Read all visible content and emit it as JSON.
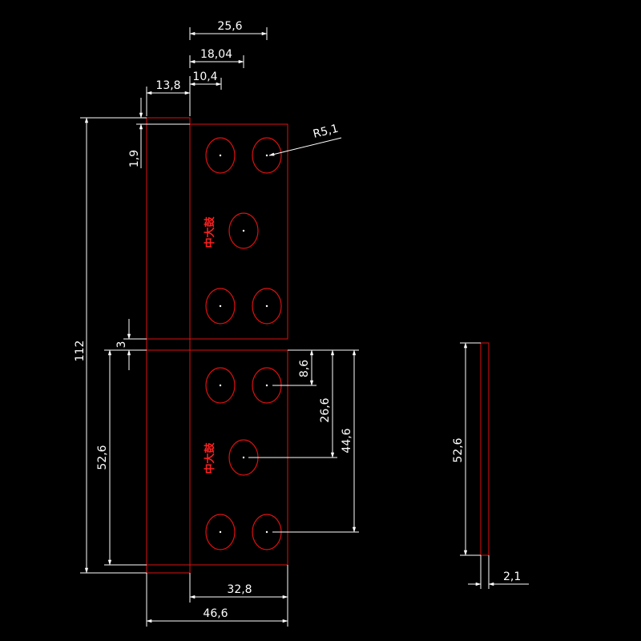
{
  "drawing": {
    "colors": {
      "background": "#000000",
      "part": "#e01010",
      "dimension": "#ffffff",
      "label": "#ff2020"
    },
    "dimensions": {
      "d_25_6": "25,6",
      "d_18_04": "18,04",
      "d_10_4": "10,4",
      "d_13_8": "13,8",
      "d_1_9": "1,9",
      "d_112": "112",
      "d_3": "3",
      "d_52_6_left": "52,6",
      "d_r5_1": "R5,1",
      "d_8_6": "8,6",
      "d_26_6": "26,6",
      "d_44_6": "44,6",
      "d_32_8": "32,8",
      "d_46_6": "46,6",
      "d_52_6_side": "52,6",
      "d_2_1": "2,1"
    },
    "leaf_label_top": "中大鼓",
    "leaf_label_bottom": "中大鼓"
  }
}
